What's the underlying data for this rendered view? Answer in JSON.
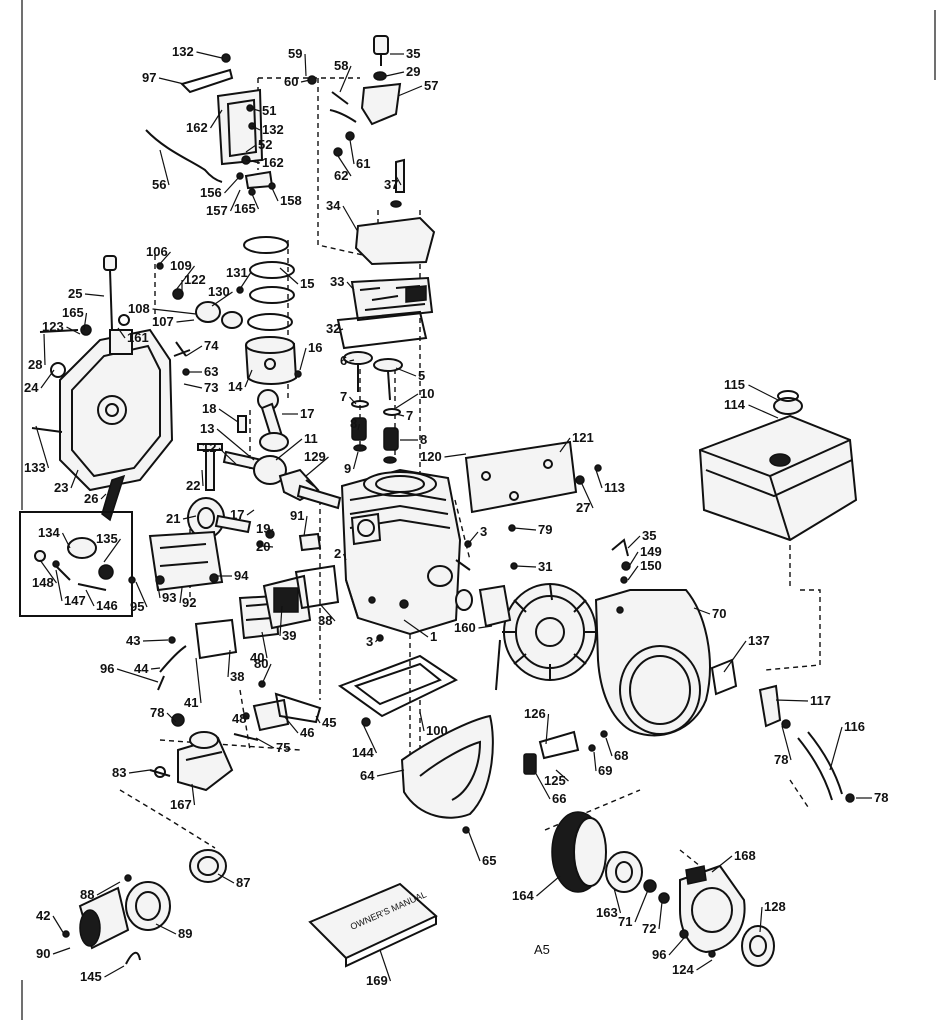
{
  "callouts": [
    "132",
    "97",
    "162",
    "51",
    "132",
    "52",
    "162",
    "56",
    "156",
    "157",
    "165",
    "158",
    "59",
    "60",
    "58",
    "35",
    "29",
    "57",
    "61",
    "62",
    "37",
    "34",
    "106",
    "109",
    "122",
    "130",
    "131",
    "15",
    "25",
    "108",
    "165",
    "123",
    "161",
    "107",
    "74",
    "28",
    "24",
    "63",
    "73",
    "33",
    "32",
    "16",
    "14",
    "6",
    "5",
    "7",
    "10",
    "7",
    "8",
    "8",
    "9",
    "18",
    "17",
    "13",
    "11",
    "12",
    "129",
    "133",
    "23",
    "26",
    "22",
    "21",
    "17",
    "19",
    "20",
    "91",
    "2",
    "134",
    "135",
    "148",
    "147",
    "146",
    "95",
    "93",
    "92",
    "94",
    "43",
    "96",
    "44",
    "41",
    "38",
    "40",
    "39",
    "38",
    "80",
    "3",
    "1",
    "48",
    "46",
    "45",
    "78",
    "83",
    "167",
    "75",
    "144",
    "100",
    "64",
    "65",
    "120",
    "121",
    "27",
    "113",
    "3",
    "79",
    "31",
    "35",
    "149",
    "150",
    "160",
    "70",
    "137",
    "117",
    "116",
    "115",
    "114",
    "126",
    "125",
    "66",
    "69",
    "68",
    "78",
    "78",
    "164",
    "163",
    "71",
    "72",
    "168",
    "128",
    "96",
    "124",
    "88",
    "87",
    "42",
    "90",
    "89",
    "145",
    "169"
  ],
  "page_code": "A5",
  "manual_cover_text": "OWNER'S MANUAL"
}
